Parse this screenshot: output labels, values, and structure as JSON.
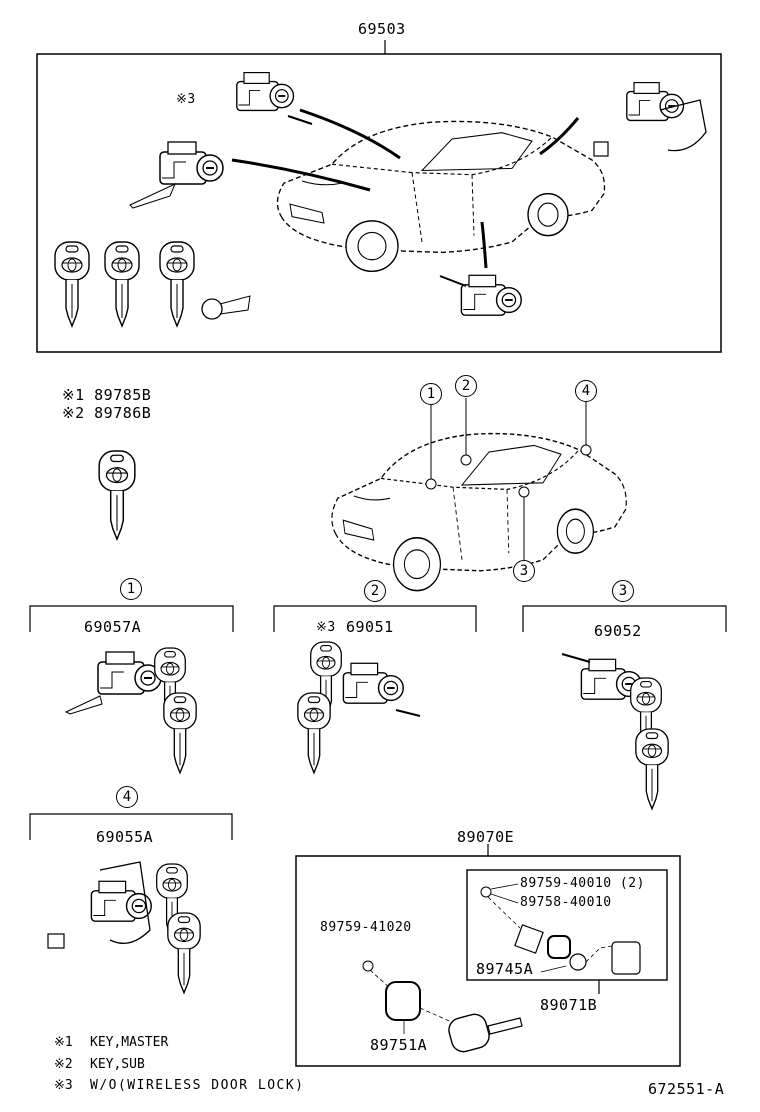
{
  "top_box": {
    "part_no": "69503",
    "note_mark": "※3"
  },
  "keys_legend": {
    "line1": "※1  89785B",
    "line2": "※2  89786B"
  },
  "locations": [
    "1",
    "2",
    "3",
    "4"
  ],
  "groups": [
    {
      "num": "1",
      "part": "69057A",
      "note_mark": ""
    },
    {
      "num": "2",
      "part": "69051",
      "note_mark": "※3"
    },
    {
      "num": "3",
      "part": "69052",
      "note_mark": ""
    },
    {
      "num": "4",
      "part": "69055A",
      "note_mark": ""
    }
  ],
  "transmitter": {
    "part": "89070E",
    "screw_part": "89759-41020",
    "case_part": "89751A",
    "sub_parts": [
      "89759-40010 (2)",
      "89758-40010"
    ],
    "battery_part": "89745A",
    "sub_assy": "89071B"
  },
  "notes": [
    {
      "mark": "※1",
      "text": "KEY,MASTER"
    },
    {
      "mark": "※2",
      "text": "KEY,SUB"
    },
    {
      "mark": "※3",
      "text": "W/O(WIRELESS DOOR LOCK)"
    }
  ],
  "diagram_id": "672551-A"
}
